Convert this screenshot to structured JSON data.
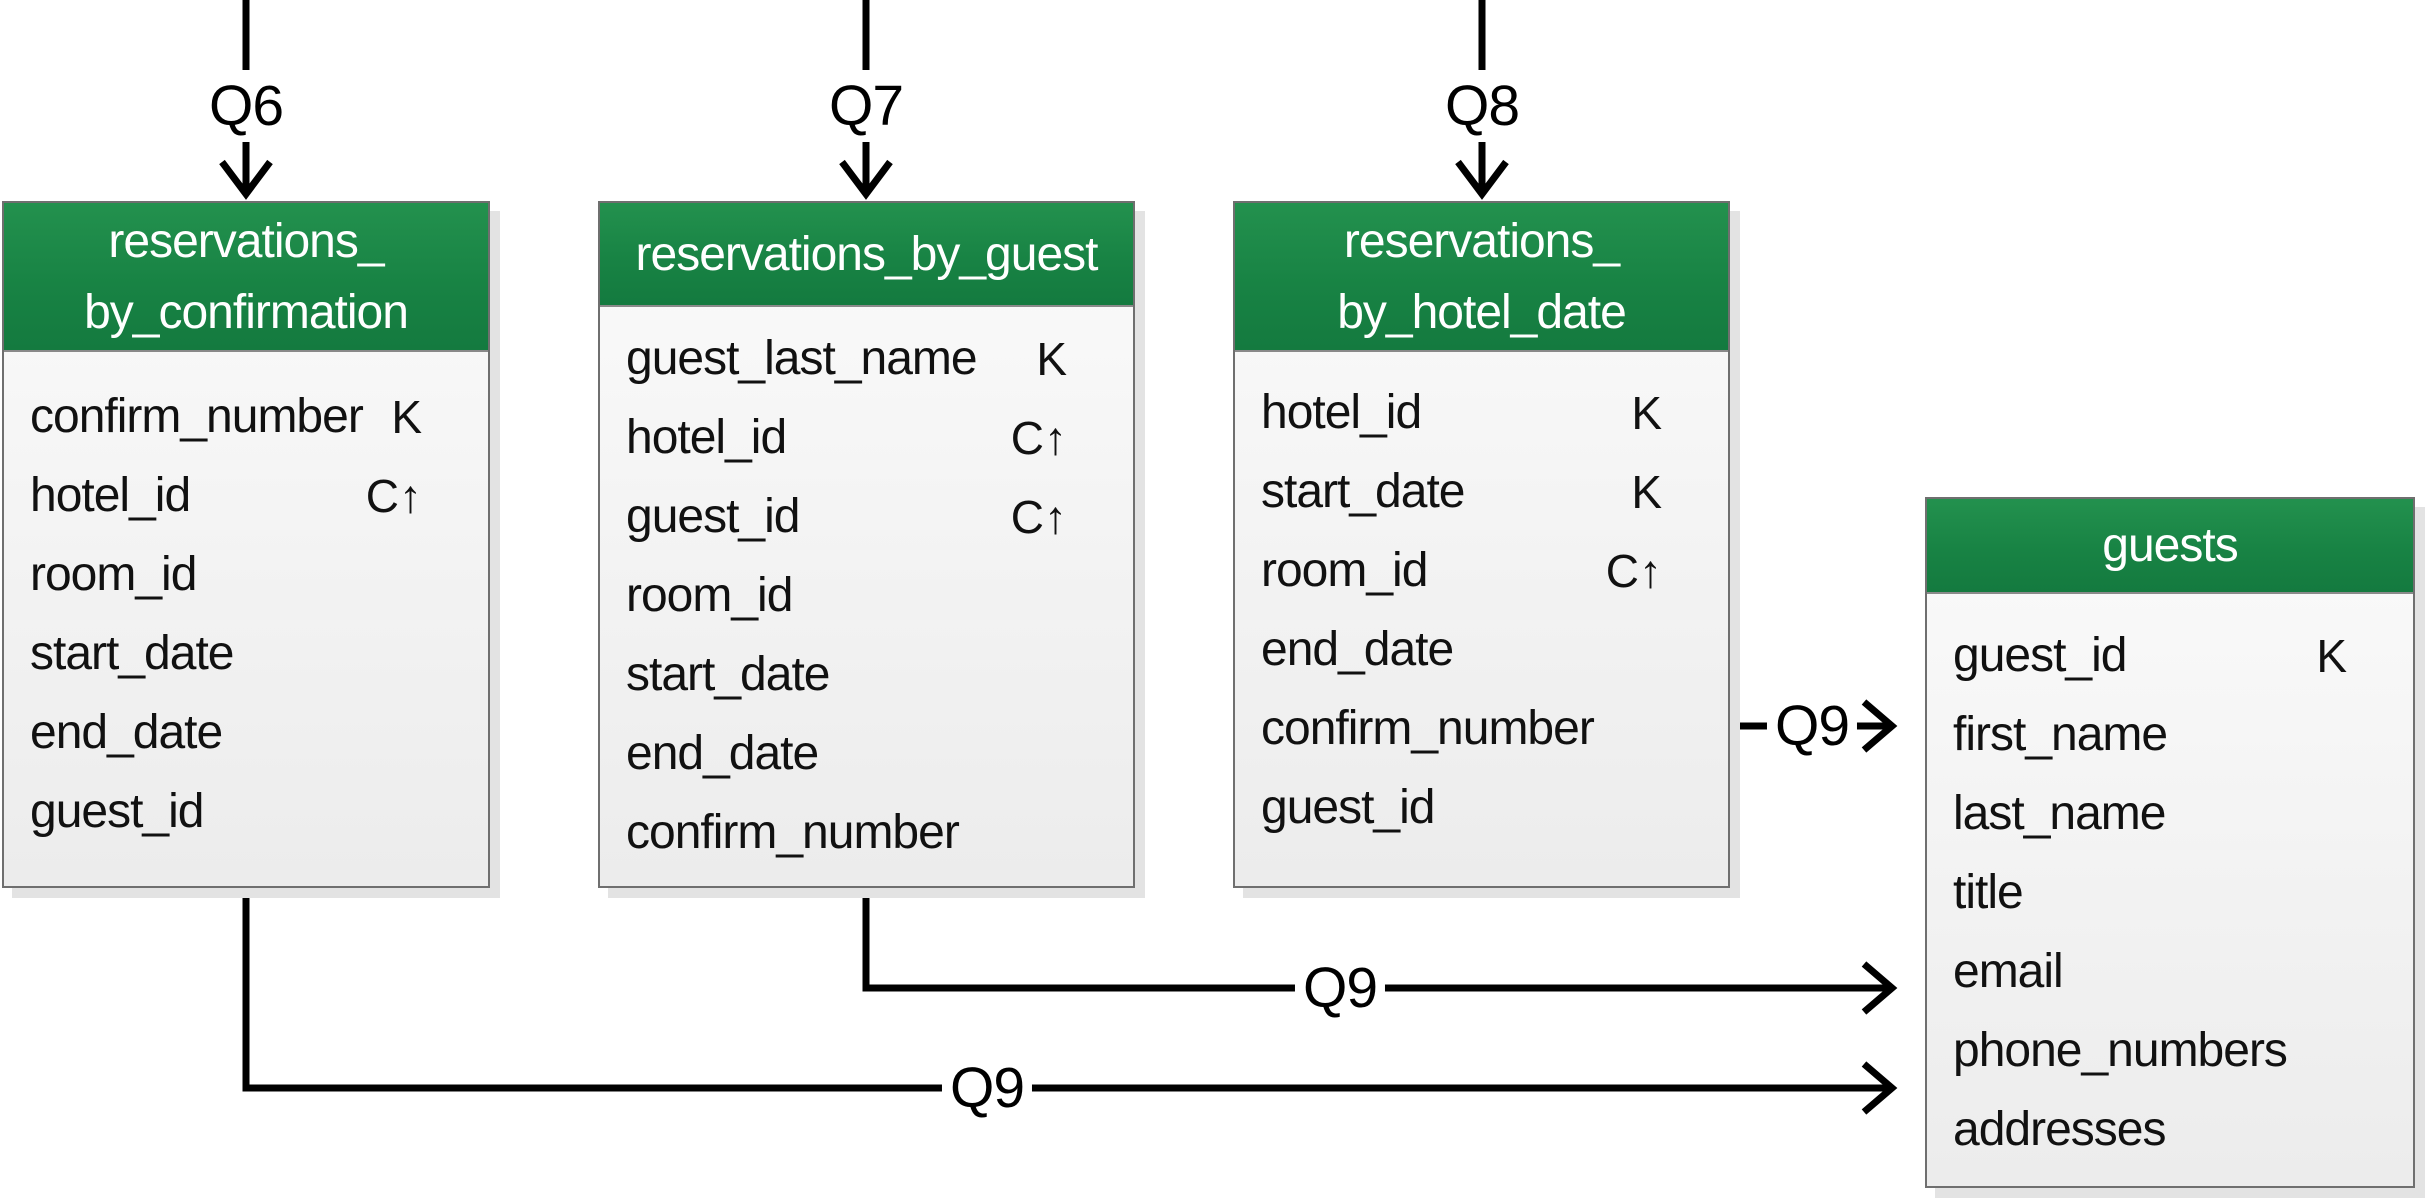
{
  "diagram": {
    "labels": {
      "q6": "Q6",
      "q7": "Q7",
      "q8": "Q8",
      "q9": "Q9"
    },
    "colors": {
      "header_green": "#1b8a46",
      "body_top": "#fbfbfb",
      "body_bottom": "#ececec",
      "border_gray": "#6f6f6f",
      "shadow_gray": "#e3e3e3",
      "line_black": "#000000",
      "header_text": "#ffffff"
    },
    "tables": [
      {
        "id": "reservations_by_confirmation",
        "title_lines": [
          "reservations_",
          "by_confirmation"
        ],
        "columns": [
          {
            "name": "confirm_number",
            "key": "K"
          },
          {
            "name": "hotel_id",
            "key": "C↑"
          },
          {
            "name": "room_id",
            "key": ""
          },
          {
            "name": "start_date",
            "key": ""
          },
          {
            "name": "end_date",
            "key": ""
          },
          {
            "name": "guest_id",
            "key": ""
          }
        ]
      },
      {
        "id": "reservations_by_guest",
        "title_lines": [
          "reservations_by_guest"
        ],
        "columns": [
          {
            "name": "guest_last_name",
            "key": "K"
          },
          {
            "name": "hotel_id",
            "key": "C↑"
          },
          {
            "name": "guest_id",
            "key": "C↑"
          },
          {
            "name": "room_id",
            "key": ""
          },
          {
            "name": "start_date",
            "key": ""
          },
          {
            "name": "end_date",
            "key": ""
          },
          {
            "name": "confirm_number",
            "key": ""
          }
        ]
      },
      {
        "id": "reservations_by_hotel_date",
        "title_lines": [
          "reservations_",
          "by_hotel_date"
        ],
        "columns": [
          {
            "name": "hotel_id",
            "key": "K"
          },
          {
            "name": "start_date",
            "key": "K"
          },
          {
            "name": "room_id",
            "key": "C↑"
          },
          {
            "name": "end_date",
            "key": ""
          },
          {
            "name": "confirm_number",
            "key": ""
          },
          {
            "name": "guest_id",
            "key": ""
          }
        ]
      },
      {
        "id": "guests",
        "title_lines": [
          "guests"
        ],
        "columns": [
          {
            "name": "guest_id",
            "key": "K"
          },
          {
            "name": "first_name",
            "key": ""
          },
          {
            "name": "last_name",
            "key": ""
          },
          {
            "name": "title",
            "key": ""
          },
          {
            "name": "email",
            "key": ""
          },
          {
            "name": "phone_numbers",
            "key": ""
          },
          {
            "name": "addresses",
            "key": ""
          }
        ]
      }
    ]
  }
}
